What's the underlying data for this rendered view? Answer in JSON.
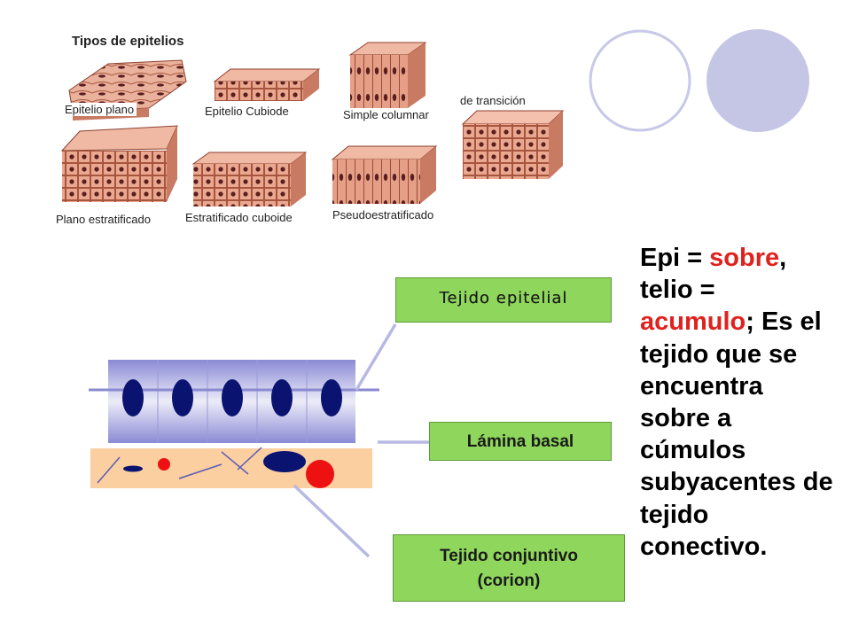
{
  "figure": {
    "title": "Tipos de epitelios",
    "labels": {
      "plano": "Epitelio plano",
      "cubiode": "Epitelio Cubiode",
      "columnar": "Simple columnar",
      "transicion": "de transición",
      "plano_estratificado": "Plano estratificado",
      "estratificado_cuboide": "Estratificado cuboide",
      "pseudoestratificado": "Pseudoestratificado"
    }
  },
  "diagram": {
    "labels": {
      "epitelial": "Tejido epitelial",
      "basal": "Lámina basal",
      "conjuntivo_line1": "Tejido conjuntivo",
      "conjuntivo_line2": "(corion)"
    }
  },
  "definition": {
    "p1": "Epi = ",
    "p2": "sobre",
    "p3": ", telio = ",
    "p4": "acumulo",
    "p5": "; Es el tejido que se encuentra sobre a cúmulos subyacentes de tejido conectivo."
  },
  "colors": {
    "highlight": "#e0221e",
    "label_box": "#8fd65c",
    "deco_circle": "#c5c5e6",
    "nucleus": "#0a1470",
    "connective": "#fbcf9f"
  }
}
